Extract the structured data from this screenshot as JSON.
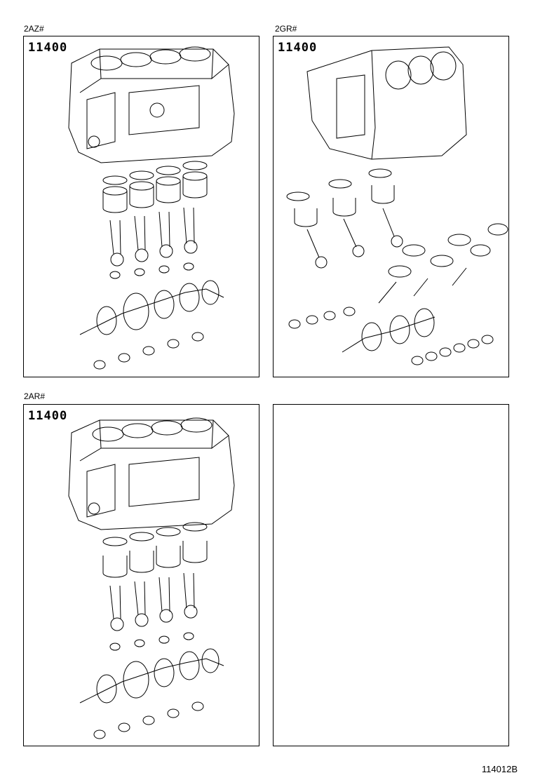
{
  "panels": [
    {
      "caption": "2AZ#",
      "code": "11400"
    },
    {
      "caption": "2GR#",
      "code": "11400"
    },
    {
      "caption": "2AR#",
      "code": "11400"
    },
    {
      "caption": "",
      "code": ""
    }
  ],
  "footer": {
    "figure_id": "114012B"
  }
}
